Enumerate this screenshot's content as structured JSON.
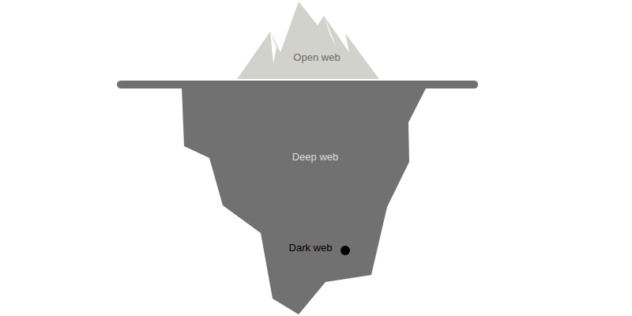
{
  "diagram": {
    "nodes": [
      {
        "text": [
          "Open web"
        ]
      },
      {
        "text": [
          "Deep web",
          "Dark web"
        ]
      }
    ]
  }
}
